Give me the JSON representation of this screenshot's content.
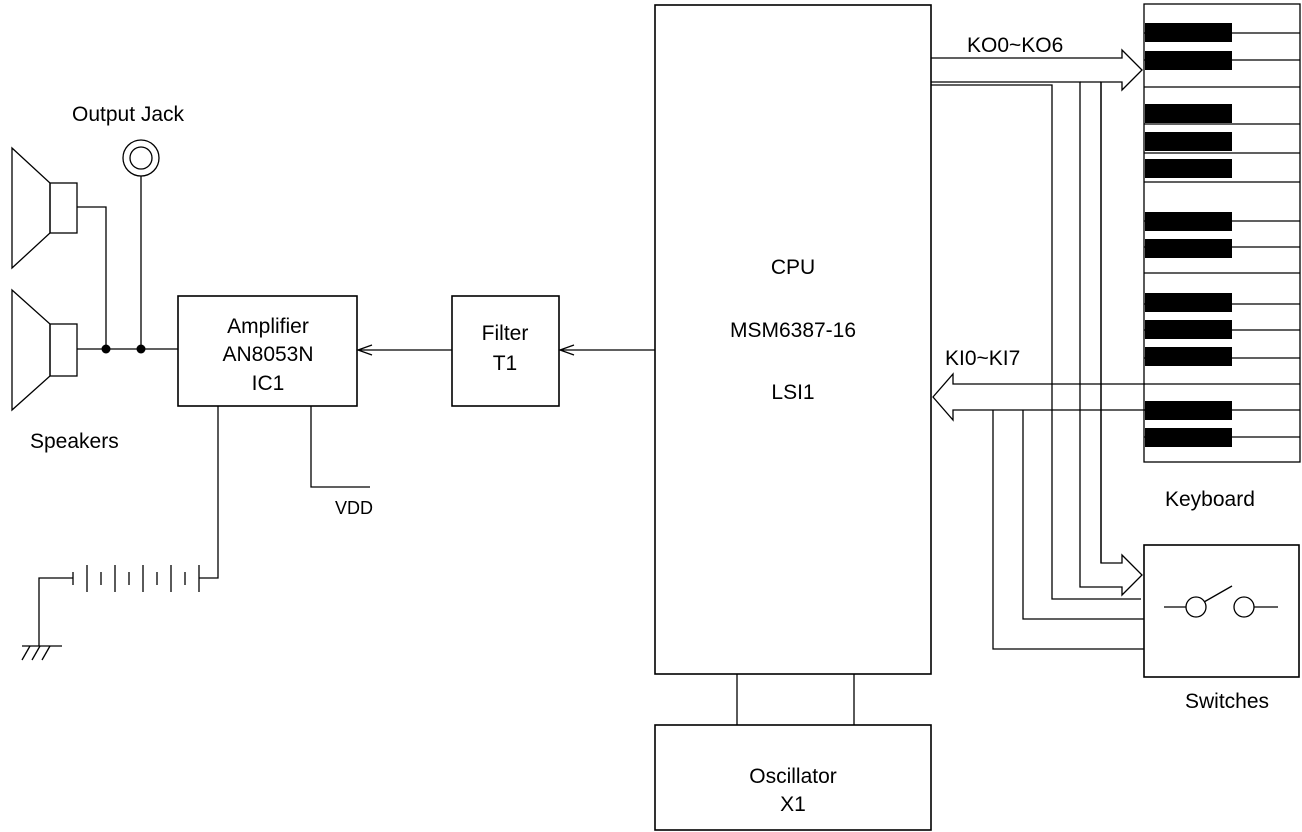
{
  "labels": {
    "output_jack": "Output Jack",
    "speakers": "Speakers",
    "amplifier": [
      "Amplifier",
      "AN8053N",
      "IC1"
    ],
    "vdd": "VDD",
    "filter": [
      "Filter",
      "T1"
    ],
    "cpu": [
      "CPU",
      "MSM6387-16",
      "LSI1"
    ],
    "oscillator": [
      "Oscillator",
      "X1"
    ],
    "ko_bus": "KO0~KO6",
    "ki_bus": "KI0~KI7",
    "keyboard": "Keyboard",
    "switches": "Switches"
  },
  "colors": {
    "line": "#000000",
    "background": "#ffffff"
  }
}
